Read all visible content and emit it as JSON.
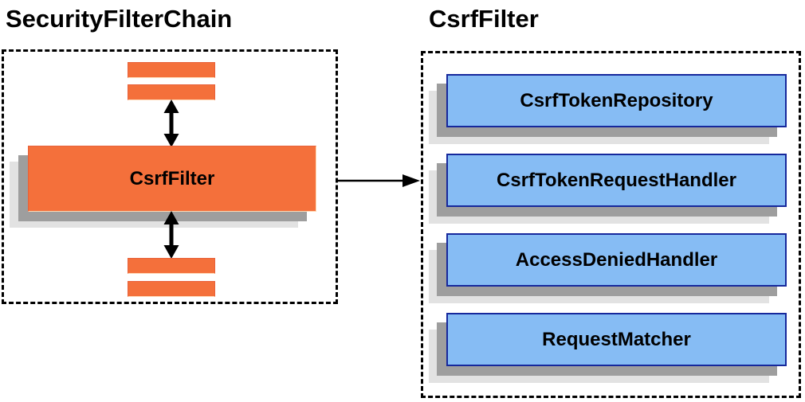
{
  "titles": {
    "left": "SecurityFilterChain",
    "right": "CsrfFilter"
  },
  "left_panel": {
    "filter_label": "CsrfFilter"
  },
  "right_panel": {
    "components": [
      {
        "label": "CsrfTokenRepository"
      },
      {
        "label": "CsrfTokenRequestHandler"
      },
      {
        "label": "AccessDeniedHandler"
      },
      {
        "label": "RequestMatcher"
      }
    ]
  },
  "colors": {
    "orange_fill": "#F4703B",
    "orange_border": "#E8613A",
    "blue_fill": "#86BCF4",
    "blue_border": "#16289C",
    "shadow_dark": "#9E9E9E",
    "shadow_light": "#E2E2E2",
    "arrow": "#000000"
  }
}
